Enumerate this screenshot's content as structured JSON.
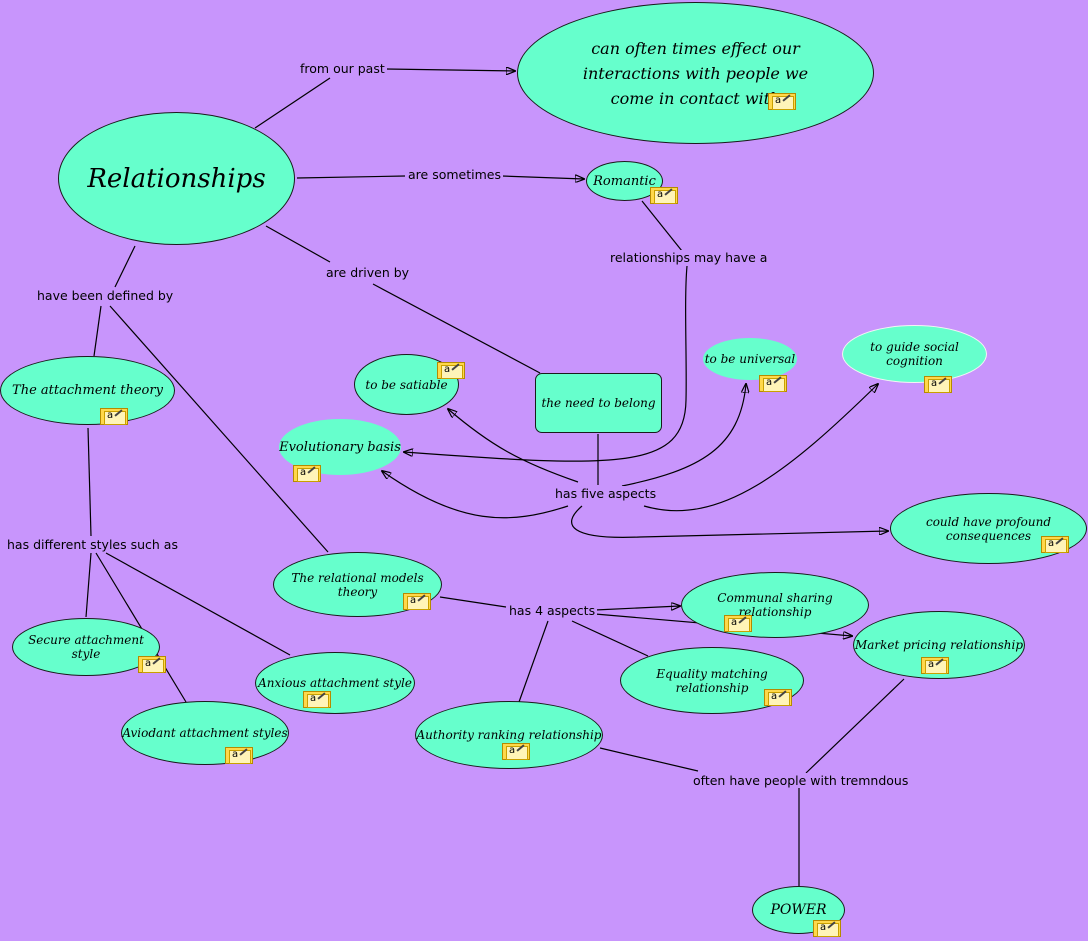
{
  "colors": {
    "background": "#c895fc",
    "node_fill": "#66ffcc",
    "note_icon": "#ffd84a"
  },
  "nodes": {
    "relationships": "Relationships",
    "effect_interactions": "can often times effect our interactions with people we come in contact with",
    "romantic": "Romantic",
    "attachment_theory": "The attachment theory",
    "to_be_satiable": "to be satiable",
    "need_to_belong": "the need to belong",
    "to_be_universal": "to be universal",
    "guide_social_cognition": "to guide social cognition",
    "evolutionary_basis": "Evolutionary basis",
    "profound_consequences": "could have profound consequences",
    "relational_models": "The relational models theory",
    "communal_sharing": "Communal sharing relationship",
    "market_pricing": "Market pricing relationship",
    "secure_attachment": "Secure attachment style",
    "anxious_attachment": "Anxious attachment style",
    "equality_matching": "Equality matching relationship",
    "aviodant_attachment": "Aviodant attachment styles",
    "authority_ranking": "Authority ranking relationship",
    "power": "POWER"
  },
  "links": {
    "from_our_past": "from our past",
    "are_sometimes": "are sometimes",
    "are_driven_by": "are driven by",
    "relationships_may_have_a": "relationships may have a",
    "have_been_defined_by": "have been defined by",
    "has_five_aspects": "has five aspects",
    "has_different_styles": "has different styles such as",
    "has_4_aspects": "has 4 aspects",
    "often_have_people": "often have people with tremndous"
  },
  "icons": {
    "note": "annotation-note-icon",
    "note_glyph": "a"
  }
}
